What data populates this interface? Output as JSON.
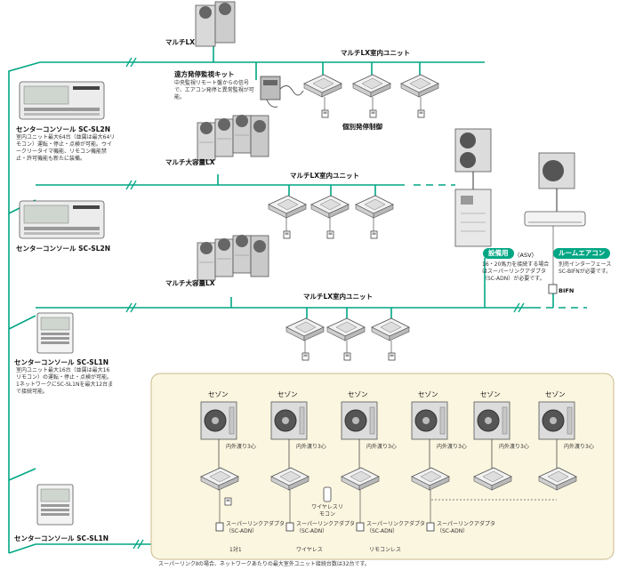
{
  "main_units": {
    "lx1": "マルチLX",
    "lx2": "マルチ大容量LX",
    "lx3": "マルチ大容量LX"
  },
  "indoor_labels": {
    "row1": "マルチLX室内ユニット",
    "row2": "マルチLX室内ユニット",
    "row3": "マルチLX室内ユニット"
  },
  "kit": {
    "title": "遠方発停監視キット",
    "desc": "中央監視リモート盤からの信号で、エアコン発停と異常監視が可能。",
    "individual": "個別発停制御"
  },
  "consoles": [
    {
      "name": "センターコンソール SC-SL2N",
      "desc": "室内ユニット最大64台（並属は最大64リモコン）運転・停止・点検が可能。ウイークリータイマ機能、リモコン機能禁止・許可機能も新たに装備。"
    },
    {
      "name": "センターコンソール SC-SL2N",
      "desc": ""
    },
    {
      "name": "センターコンソール SC-SL1N",
      "desc": "室内ユニット最大16台（並属は最大16リモコン）の運転・停止・点検が可能。1ネットワークにSC-SL1Nを最大12台まで接続可能。"
    },
    {
      "name": "センターコンソール SC-SL1N",
      "desc": ""
    }
  ],
  "equipment": {
    "badge": "設備用",
    "badge_suffix": "（ASV）",
    "desc": "16・20馬力を接続する場合はスーパーリンクアダプタ（SC-ADN）が必要です。"
  },
  "room": {
    "badge": "ルームエアコン",
    "desc": "別売インターフェースSC-BIFNが必要です。",
    "bifn": "BIFN"
  },
  "zone": {
    "outdoor_label": "セゾン",
    "wire_label": "内外渡り3心",
    "wireless_remote": "ワイヤレスリモコン",
    "adapter": "スーパーリンクアダプタ（SC-ADN）",
    "mode_1to1": "1対1",
    "mode_wireless": "ワイヤレス",
    "mode_remoteless": "リモコンレス"
  },
  "footnote": "スーパーリンクⅡの場合、ネットワークあたりの最大室外ユニット接続台数は32台です。",
  "colors": {
    "line": "#00a684",
    "zone_bg": "#fbf6e0",
    "zone_border": "#c9b88a",
    "badge": "#00a684",
    "unit": "#e6e6e6"
  }
}
